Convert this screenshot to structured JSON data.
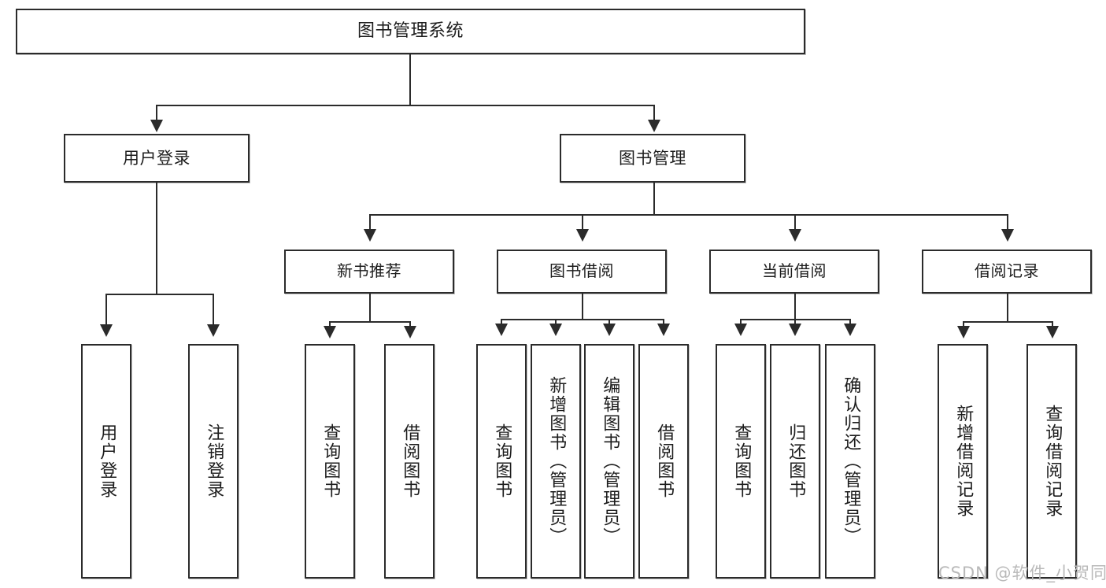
{
  "diagram": {
    "title": "图书管理系统",
    "root": {
      "label": "图书管理系统"
    },
    "level1": [
      {
        "label": "用户登录"
      },
      {
        "label": "图书管理"
      }
    ],
    "level2": [
      {
        "label": "新书推荐"
      },
      {
        "label": "图书借阅"
      },
      {
        "label": "当前借阅"
      },
      {
        "label": "借阅记录"
      }
    ],
    "leaves": {
      "user_login": [
        {
          "label": "用户登录"
        },
        {
          "label": "注销登录"
        }
      ],
      "new_book": [
        {
          "label": "查询图书"
        },
        {
          "label": "借阅图书"
        }
      ],
      "book_borrow": [
        {
          "label": "查询图书"
        },
        {
          "label": "新增图书（管理员）"
        },
        {
          "label": "编辑图书（管理员）"
        },
        {
          "label": "借阅图书"
        }
      ],
      "current_borrow": [
        {
          "label": "查询图书"
        },
        {
          "label": "归还图书"
        },
        {
          "label": "确认归还（管理员）"
        }
      ],
      "borrow_record": [
        {
          "label": "新增借阅记录"
        },
        {
          "label": "查询借阅记录"
        }
      ]
    }
  },
  "watermark": {
    "text": "CSDN @软件_小贺同学"
  },
  "colors": {
    "stroke": "#2b2b2b",
    "fill": "#ffffff",
    "text": "#1d1d1d",
    "watermark": "#b9b9b9"
  }
}
